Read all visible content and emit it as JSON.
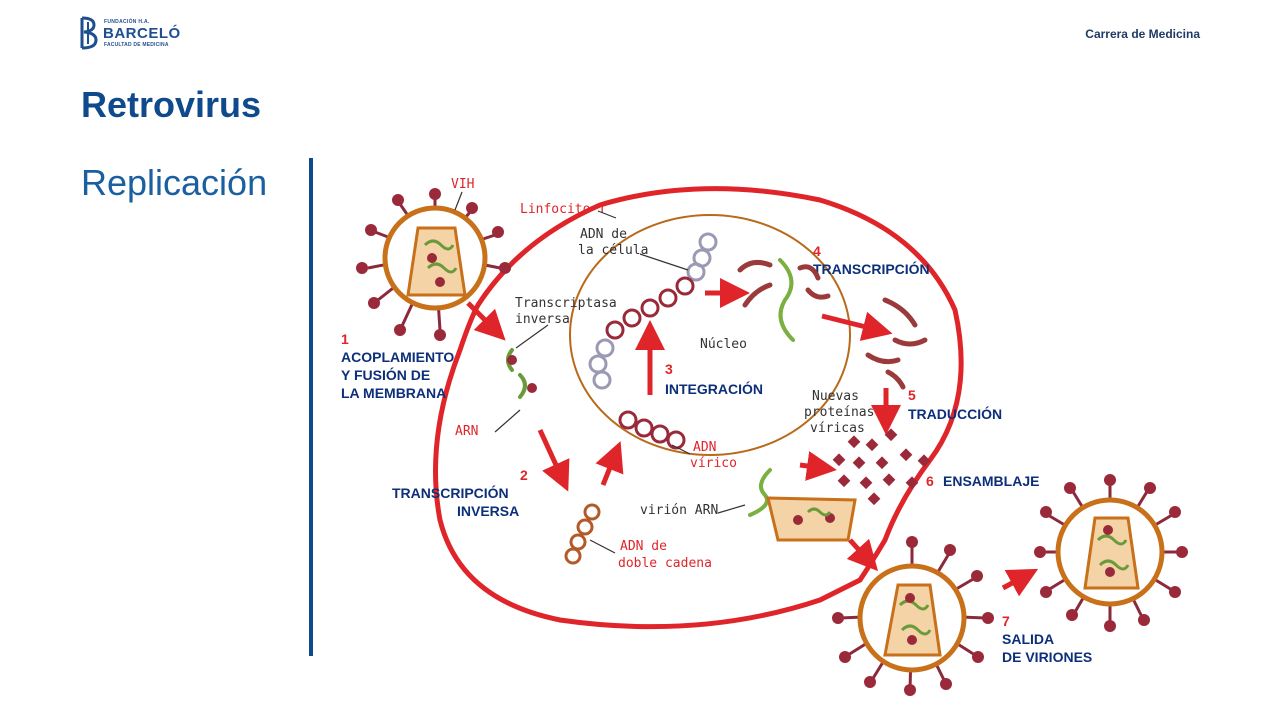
{
  "header": {
    "logo": {
      "line1": "FUNDACIÓN H.A.",
      "line2": "BARCELÓ",
      "line3": "FACULTAD DE MEDICINA"
    },
    "course": "Carrera de Medicina"
  },
  "slide": {
    "title": "Retrovirus",
    "subtitle": "Replicación"
  },
  "diagram": {
    "vih": "VIH",
    "linfocito": "Linfocito T",
    "adn_celula_1": "ADN de",
    "adn_celula_2": "la célula",
    "transcriptasa_1": "Transcriptasa",
    "transcriptasa_2": "inversa",
    "nucleo": "Núcleo",
    "arn": "ARN",
    "adn_virico_1": "ADN",
    "adn_virico_2": "vírico",
    "nuevas_1": "Nuevas",
    "nuevas_2": "proteínas",
    "nuevas_3": "víricas",
    "virion_arn": "virión ARN",
    "adn_doble_1": "ADN de",
    "adn_doble_2": "doble cadena",
    "steps": [
      {
        "num": "1",
        "line1": "ACOPLAMIENTO",
        "line2": "Y FUSIÓN DE",
        "line3": "LA MEMBRANA"
      },
      {
        "num": "2",
        "line1": "TRANSCRIPCIÓN",
        "line2": "INVERSA"
      },
      {
        "num": "3",
        "line1": "INTEGRACIÓN"
      },
      {
        "num": "4",
        "line1": "TRANSCRIPCIÓN"
      },
      {
        "num": "5",
        "line1": "TRADUCCIÓN"
      },
      {
        "num": "6",
        "line1": "ENSAMBLAJE"
      },
      {
        "num": "7",
        "line1": "SALIDA",
        "line2": "DE VIRIONES"
      }
    ]
  },
  "colors": {
    "brand": "#0e4a8c",
    "arrow": "#e0252a",
    "capsid": "#c8701a",
    "protein": "#9a2a3a",
    "rna": "#6a9a3a"
  }
}
